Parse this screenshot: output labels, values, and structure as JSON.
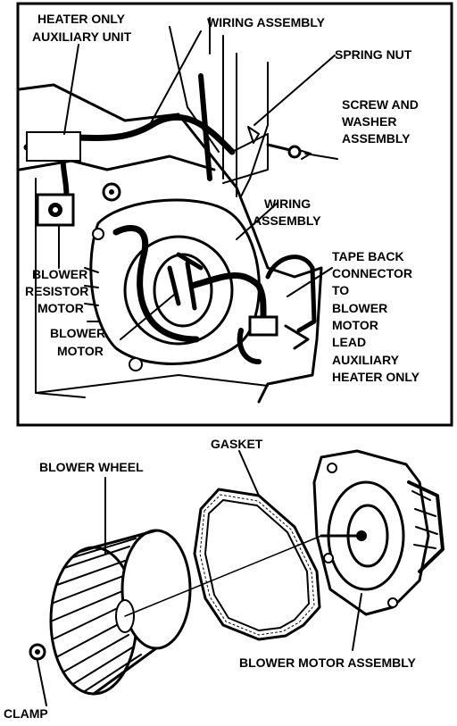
{
  "colors": {
    "ink": "#000000",
    "paper": "#ffffff"
  },
  "top_panel": {
    "labels": {
      "heater_only": "HEATER ONLY",
      "auxiliary_unit": "AUXILIARY UNIT",
      "wiring_assembly_top": "WIRING ASSEMBLY",
      "spring_nut": "SPRING NUT",
      "screw_and": "SCREW AND",
      "washer": "WASHER",
      "assembly": "ASSEMBLY",
      "wiring": "WIRING",
      "assembly_2": "ASSEMBLY",
      "tape_back": "TAPE BACK",
      "connector": "CONNECTOR",
      "to": "TO",
      "blower": "BLOWER",
      "motor": "MOTOR",
      "lead": "LEAD",
      "auxiliary": "AUXILIARY",
      "heater_only_2": "HEATER ONLY",
      "blower_res_1": "BLOWER",
      "blower_res_2": "RESISTOR",
      "blower_res_3": "MOTOR",
      "blower_motor_1": "BLOWER",
      "blower_motor_2": "MOTOR"
    }
  },
  "bottom_panel": {
    "labels": {
      "gasket": "GASKET",
      "blower_wheel": "BLOWER WHEEL",
      "blower_motor_assembly": "BLOWER MOTOR ASSEMBLY",
      "clamp": "CLAMP"
    }
  }
}
